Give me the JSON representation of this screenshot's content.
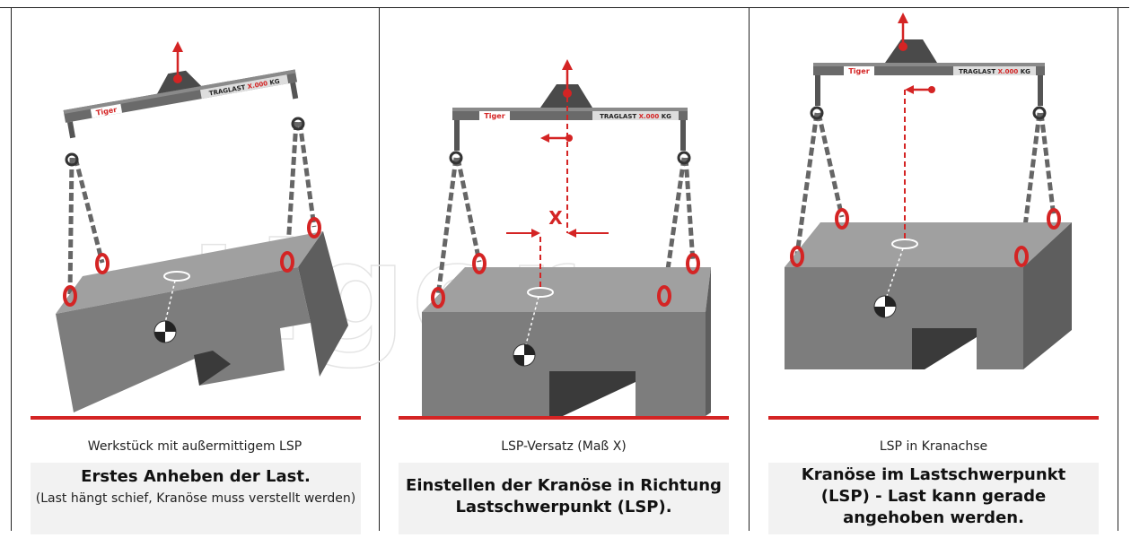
{
  "watermark": "tiger",
  "colors": {
    "accent": "#d42424",
    "beam": "#6a6a6a",
    "load": "#7e7e7e",
    "load_top": "#9a9a9a"
  },
  "panels": [
    {
      "caption": "Werkstück mit außermittigem LSP",
      "title": "Erstes Anheben der Last.",
      "subtitle": "(Last hängt schief, Kranöse muss verstellt werden)",
      "beam_brand": "Tiger",
      "beam_label_prefix": "TRAGLAST ",
      "beam_label_value": "X.000",
      "beam_label_unit": " KG"
    },
    {
      "caption": "LSP-Versatz (Maß X)",
      "title": "Einstellen der Kranöse in Richtung Lastschwerpunkt (LSP).",
      "subtitle": "",
      "offset_label": "X",
      "beam_brand": "Tiger",
      "beam_label_prefix": "TRAGLAST ",
      "beam_label_value": "X.000",
      "beam_label_unit": " KG"
    },
    {
      "caption": "LSP in Kranachse",
      "title": "Kranöse im Lastschwerpunkt (LSP) - Last kann gerade angehoben werden.",
      "subtitle": "",
      "beam_brand": "Tiger",
      "beam_label_prefix": "TRAGLAST ",
      "beam_label_value": "X.000",
      "beam_label_unit": " KG"
    }
  ]
}
